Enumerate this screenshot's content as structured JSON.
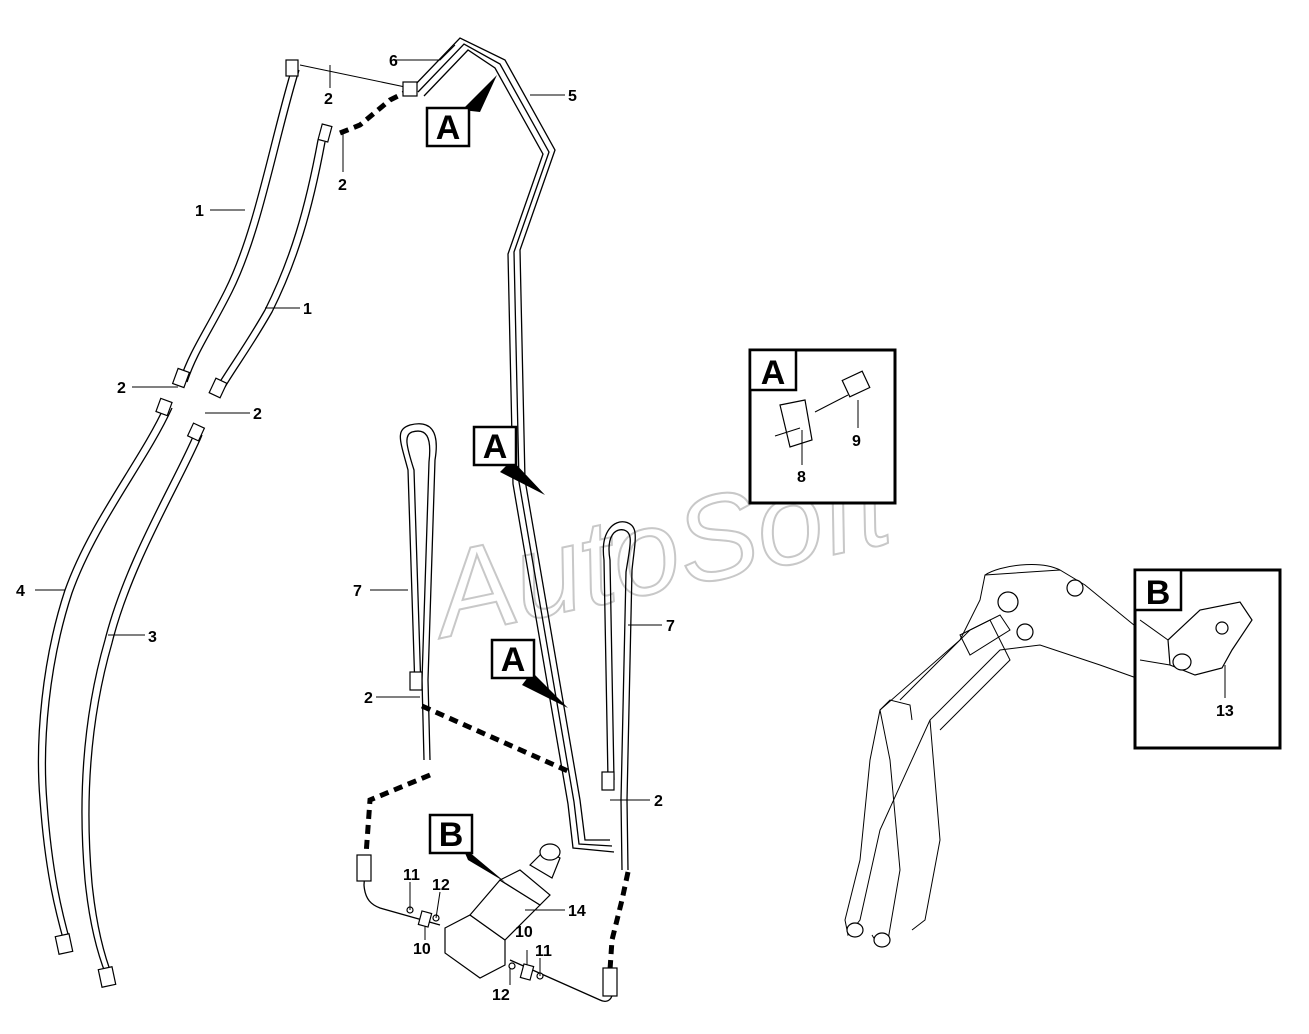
{
  "watermark": "AutoSoft",
  "callouts": {
    "hose_left_outer": "4",
    "hose_left_inner": "3",
    "hose_upper_outer": "1",
    "hose_upper_inner": "1",
    "clamp_top_a": "2",
    "clamp_top_b": "2",
    "clamp_mid_a": "2",
    "clamp_mid_b": "2",
    "clamp_lower_left": "2",
    "clamp_lower_right": "2",
    "pipe_5": "5",
    "pipe_6": "6",
    "hose_loop_left": "7",
    "hose_loop_right": "7",
    "detail_plate": "8",
    "detail_bolt": "9",
    "union_left": "10",
    "union_right": "10",
    "seal_left": "11",
    "seal_right": "11",
    "oring_left": "12",
    "oring_right": "12",
    "boom_detail": "13",
    "cylinder": "14"
  },
  "view_tags": {
    "top": "A",
    "mid": "A",
    "lower": "A",
    "cylinder": "B",
    "detail_a": "A",
    "detail_b": "B"
  }
}
